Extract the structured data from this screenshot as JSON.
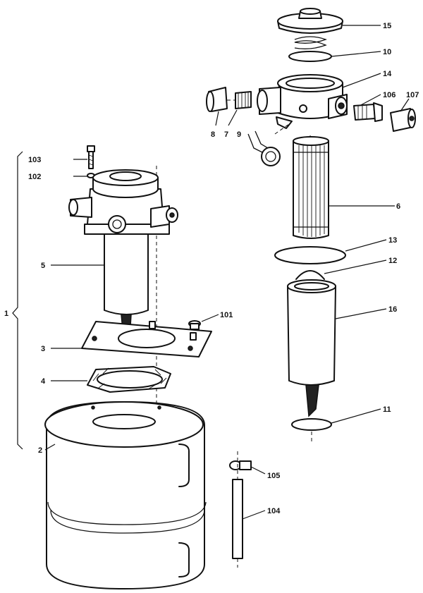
{
  "diagram": {
    "callouts": [
      {
        "id": "c15a",
        "text": "15"
      },
      {
        "id": "c10",
        "text": "10"
      },
      {
        "id": "c14",
        "text": "14"
      },
      {
        "id": "c106",
        "text": "106"
      },
      {
        "id": "c107",
        "text": "107"
      },
      {
        "id": "c8",
        "text": "8"
      },
      {
        "id": "c7",
        "text": "7"
      },
      {
        "id": "c9",
        "text": "9"
      },
      {
        "id": "c103",
        "text": "103"
      },
      {
        "id": "c102",
        "text": "102"
      },
      {
        "id": "c6",
        "text": "6"
      },
      {
        "id": "c13",
        "text": "13"
      },
      {
        "id": "c12",
        "text": "12"
      },
      {
        "id": "c5",
        "text": "5"
      },
      {
        "id": "c16",
        "text": "16"
      },
      {
        "id": "c1",
        "text": "1"
      },
      {
        "id": "c101",
        "text": "101"
      },
      {
        "id": "c3",
        "text": "3"
      },
      {
        "id": "c4",
        "text": "4"
      },
      {
        "id": "c11",
        "text": "11"
      },
      {
        "id": "c2",
        "text": "2"
      },
      {
        "id": "c105",
        "text": "105"
      },
      {
        "id": "c104",
        "text": "104"
      }
    ]
  }
}
